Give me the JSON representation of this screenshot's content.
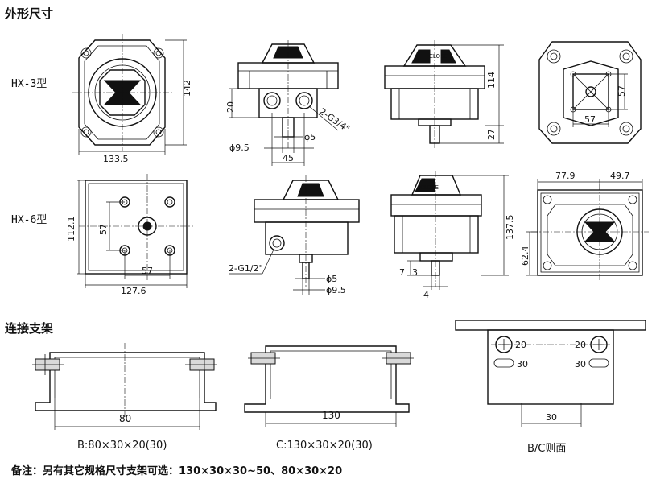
{
  "headings": {
    "outline": "外形尺寸",
    "bracket": "连接支架"
  },
  "rows": {
    "hx3": "HX-3型",
    "hx6": "HX-6型"
  },
  "dims": {
    "hx3_top_w": "133.5",
    "hx3_top_h": "142",
    "hx3_front_20": "20",
    "hx3_front_thread": "2-G3/4\"",
    "hx3_front_phi5": "ϕ5",
    "hx3_front_phi95": "ϕ9.5",
    "hx3_front_45": "45",
    "hx3_side_114": "114",
    "hx3_side_27": "27",
    "hx3_bottom_57v": "57",
    "hx3_bottom_57h": "57",
    "hx6_top_h": "112.1",
    "hx6_top_57v": "57",
    "hx6_top_57h": "57",
    "hx6_top_w": "127.6",
    "hx6_front_thread": "2-G1/2\"",
    "hx6_front_phi5": "ϕ5",
    "hx6_front_phi95": "ϕ9.5",
    "hx6_side_137": "137.5",
    "hx6_side_7": "7",
    "hx6_side_3": "3",
    "hx6_side_4": "4",
    "hx6_bot_779": "77.9",
    "hx6_bot_497": "49.7",
    "hx6_bot_624": "62.4",
    "br_b_80": "80",
    "br_c_130": "130",
    "br_side_20a": "20",
    "br_side_20b": "20",
    "br_side_30a": "30",
    "br_side_30b": "30",
    "br_side_30c": "30",
    "close_mark_1": "CLOSE",
    "close_mark_2": "CLOSE"
  },
  "captions": {
    "b": "B:80×30×20(30)",
    "c": "C:130×30×20(30)",
    "side": "B/C则面"
  },
  "note": "备注：另有其它规格尺寸支架可选：130×30×30~50、80×30×20"
}
